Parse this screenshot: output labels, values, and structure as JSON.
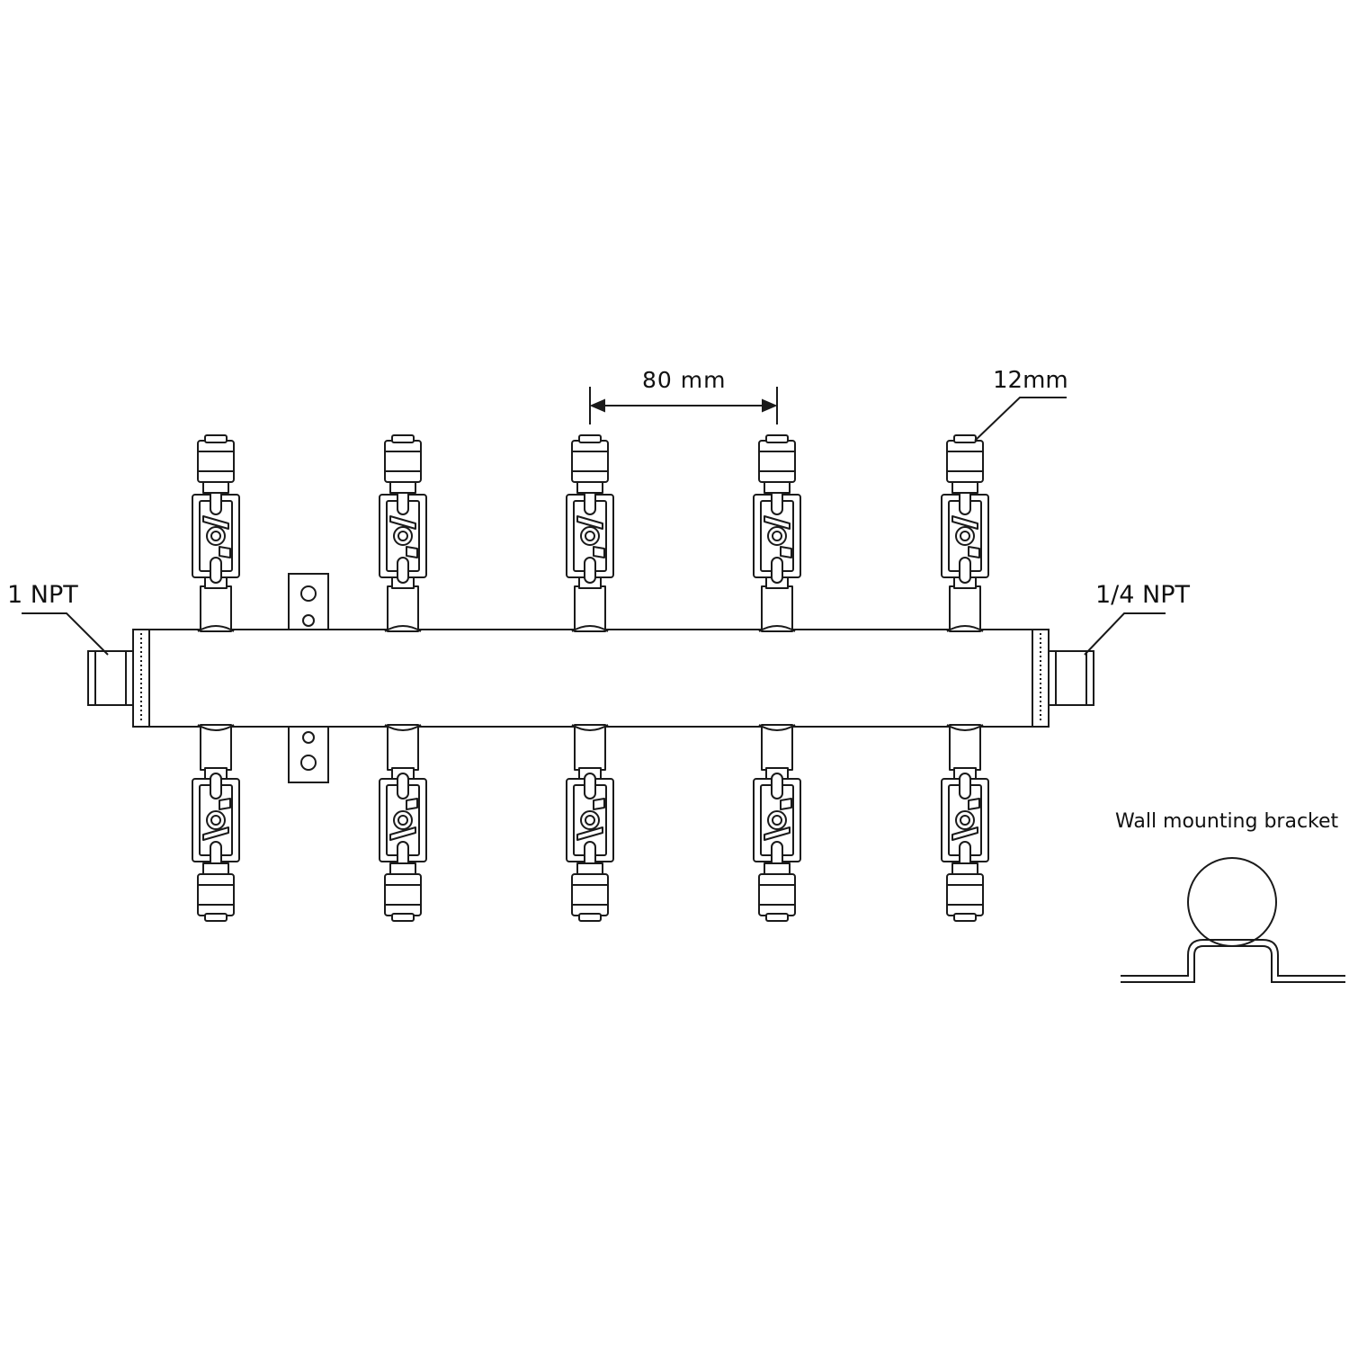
{
  "labels": {
    "spacing": "80 mm",
    "tube_size": "12mm",
    "inlet": "1 NPT",
    "outlet": "1/4 NPT",
    "bracket_caption": "Wall mounting bracket"
  },
  "valve_columns": 5,
  "valve_rows": [
    "top",
    "bottom"
  ],
  "colors": {
    "line": "#1a1a1a",
    "fill": "#ffffff"
  }
}
